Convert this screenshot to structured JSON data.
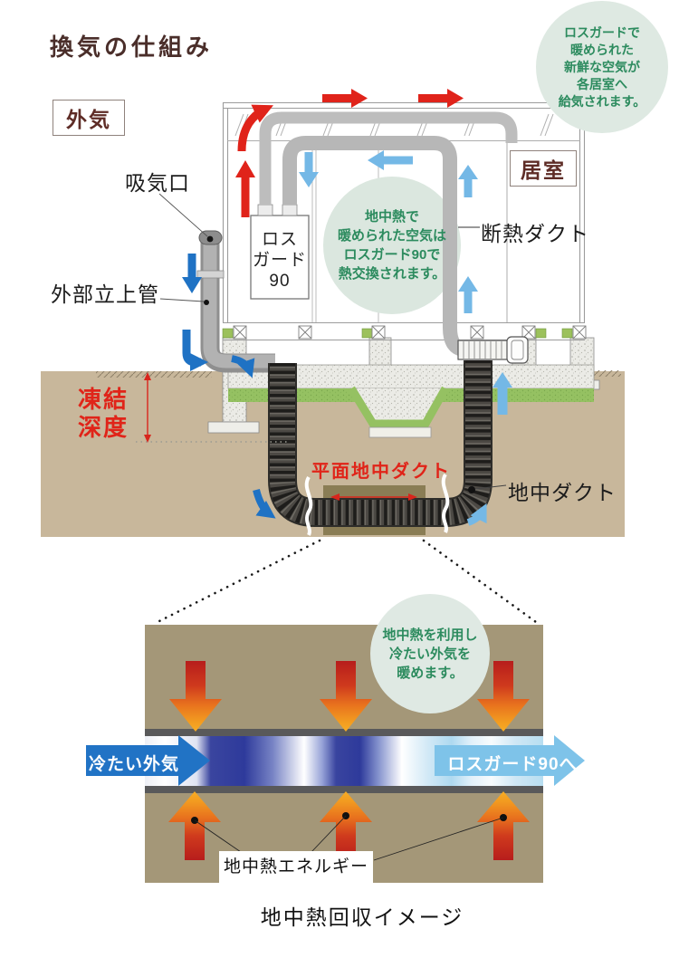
{
  "title": "換気の仕組み",
  "upper_diagram": {
    "outside_air": "外気",
    "room": "居室",
    "intake_port": "吸気口",
    "external_riser_pipe": "外部立上管",
    "insulated_duct": "断熱ダクト",
    "losguard_unit": {
      "line1": "ロス",
      "line2": "ガード",
      "line3": "90"
    },
    "frost_depth": {
      "line1": "凍結",
      "line2": "深度"
    },
    "flat_underground_duct": "平面地中ダクト",
    "underground_duct": "地中ダクト",
    "note_supply": {
      "lines": [
        "ロスガードで",
        "暖められた",
        "新鮮な空気が",
        "各居室へ",
        "給気されます。"
      ]
    },
    "note_exchange": {
      "lines": [
        "地中熱で",
        "暖められた空気は",
        "ロスガード90で",
        "熱交換されます。"
      ]
    }
  },
  "lower_diagram": {
    "cold_outside_air": "冷たい外気",
    "to_losguard90": "ロスガード90へ",
    "geothermal_energy": "地中熱エネルギー",
    "note_warming": {
      "lines": [
        "地中熱を利用し",
        "冷たい外気を",
        "暖めます。"
      ]
    },
    "caption": "地中熱回収イメージ"
  },
  "colors": {
    "title_brown": "#4a2e2a",
    "note_green": "#2c8b5e",
    "bubble_fill": "#dde8e1",
    "alert_red": "#e02419",
    "warm_arrow_red": "#e0231a",
    "cold_arrow_blue": "#1f72c4",
    "mild_arrow_blue": "#74b8e6",
    "ground_tan": "#c8b79b",
    "deep_ground_tan": "#a49778",
    "insulation_green": "#95c162"
  }
}
